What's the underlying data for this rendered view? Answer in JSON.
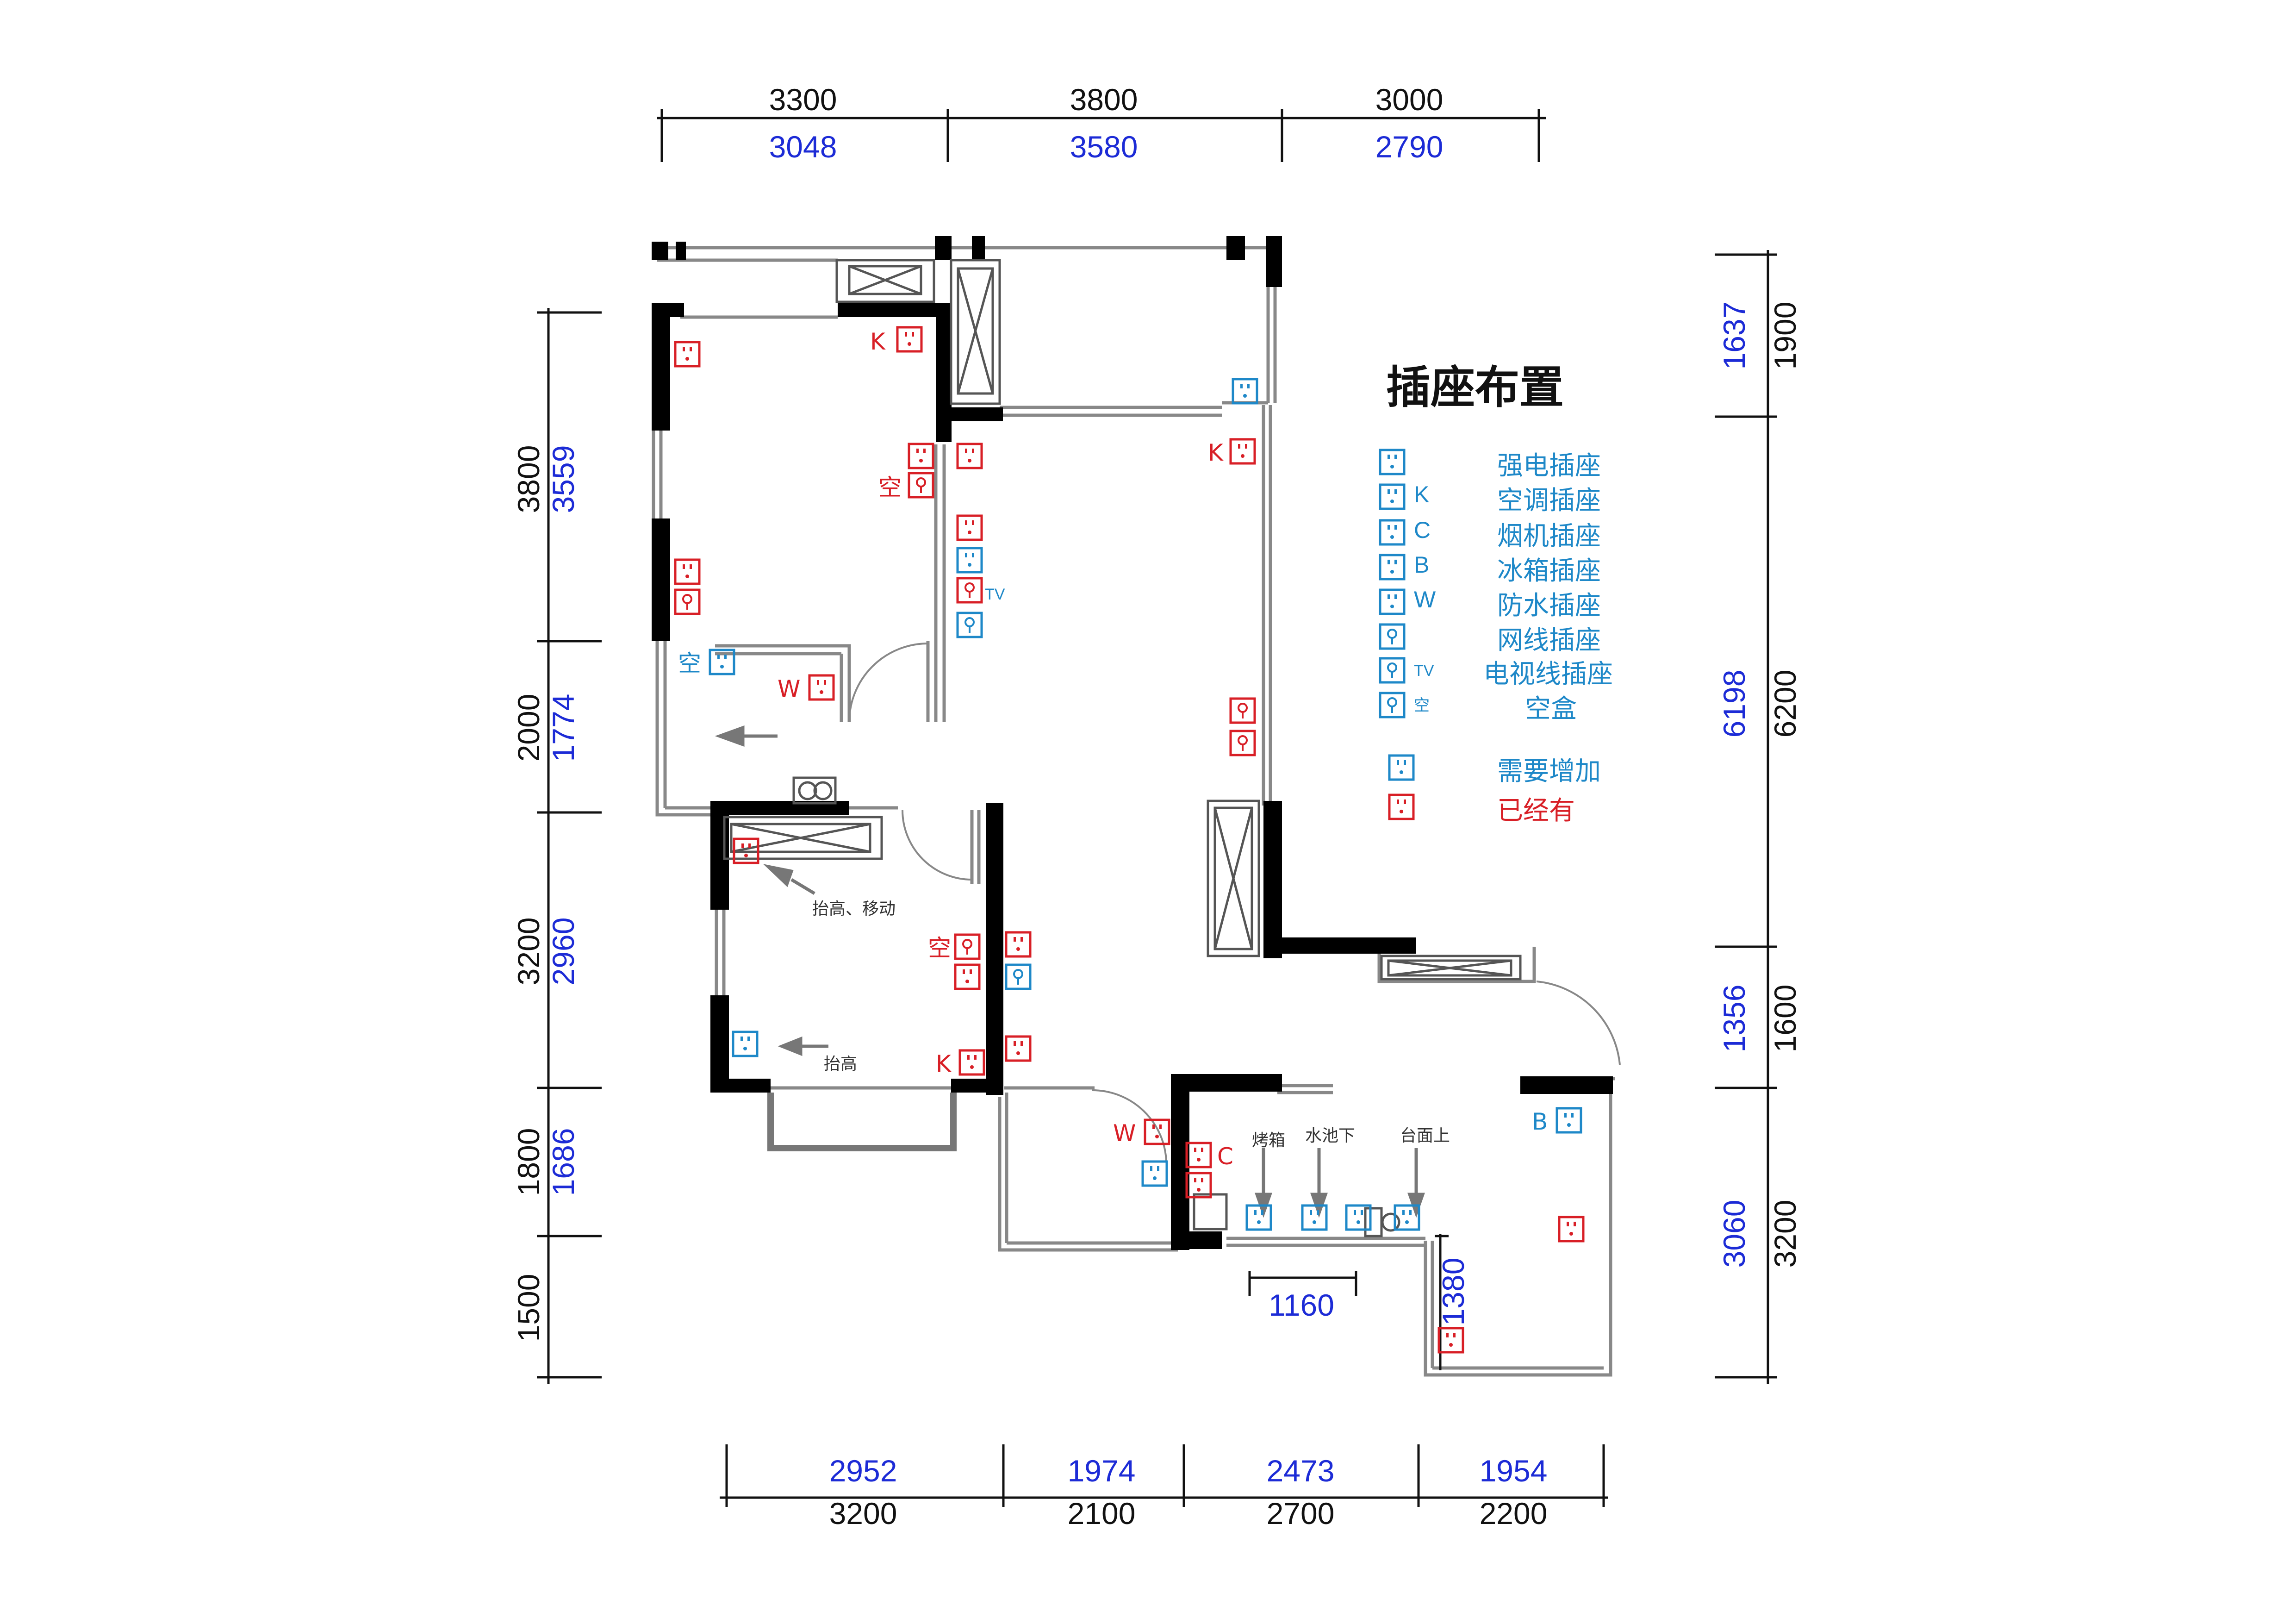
{
  "colors": {
    "existing": "#d81f26",
    "to_add": "#1e88c8",
    "dim_blue": "#1c2bd6",
    "wall": "#000000"
  },
  "dimensions": {
    "top_design": [
      "3300",
      "3800",
      "3000"
    ],
    "top_measured": [
      "3048",
      "3580",
      "2790"
    ],
    "left_design": [
      "3800",
      "2000",
      "3200",
      "1800",
      "1500"
    ],
    "left_measured": [
      "3559",
      "1774",
      "2960",
      "1686"
    ],
    "right_design": [
      "1900",
      "6200",
      "1600",
      "3200"
    ],
    "right_measured": [
      "1637",
      "6198",
      "1356",
      "3060"
    ],
    "bottom_measured": [
      "2952",
      "1974",
      "2473",
      "1954"
    ],
    "bottom_design": [
      "3200",
      "2100",
      "2700",
      "2200"
    ],
    "kitchen_width": "1160",
    "kitchen_depth": "1380"
  },
  "plan_labels": {
    "kong": "空",
    "k": "K",
    "w": "W",
    "c": "C",
    "b": "B",
    "tv": "TV",
    "raise_move": "抬高、移动",
    "raise": "抬高",
    "oven": "烤箱",
    "under_sink": "水池下",
    "countertop": "台面上"
  },
  "legend": {
    "title": "插座布置",
    "items": [
      {
        "icon": "power-socket-icon",
        "tag": "",
        "text": "强电插座"
      },
      {
        "icon": "power-socket-icon",
        "tag": "K",
        "text": "空调插座"
      },
      {
        "icon": "power-socket-icon",
        "tag": "C",
        "text": "烟机插座"
      },
      {
        "icon": "power-socket-icon",
        "tag": "B",
        "text": "冰箱插座"
      },
      {
        "icon": "power-socket-icon",
        "tag": "W",
        "text": "防水插座"
      },
      {
        "icon": "network-socket-icon",
        "tag": "",
        "text": "网线插座"
      },
      {
        "icon": "network-socket-icon",
        "tag": "TV",
        "text": "电视线插座"
      },
      {
        "icon": "network-socket-icon",
        "tag": "空",
        "text": "空盒"
      }
    ],
    "status": [
      {
        "icon": "power-socket-icon",
        "color": "#1e88c8",
        "text": "需要增加"
      },
      {
        "icon": "power-socket-icon",
        "color": "#d81f26",
        "text": "已经有"
      }
    ]
  }
}
